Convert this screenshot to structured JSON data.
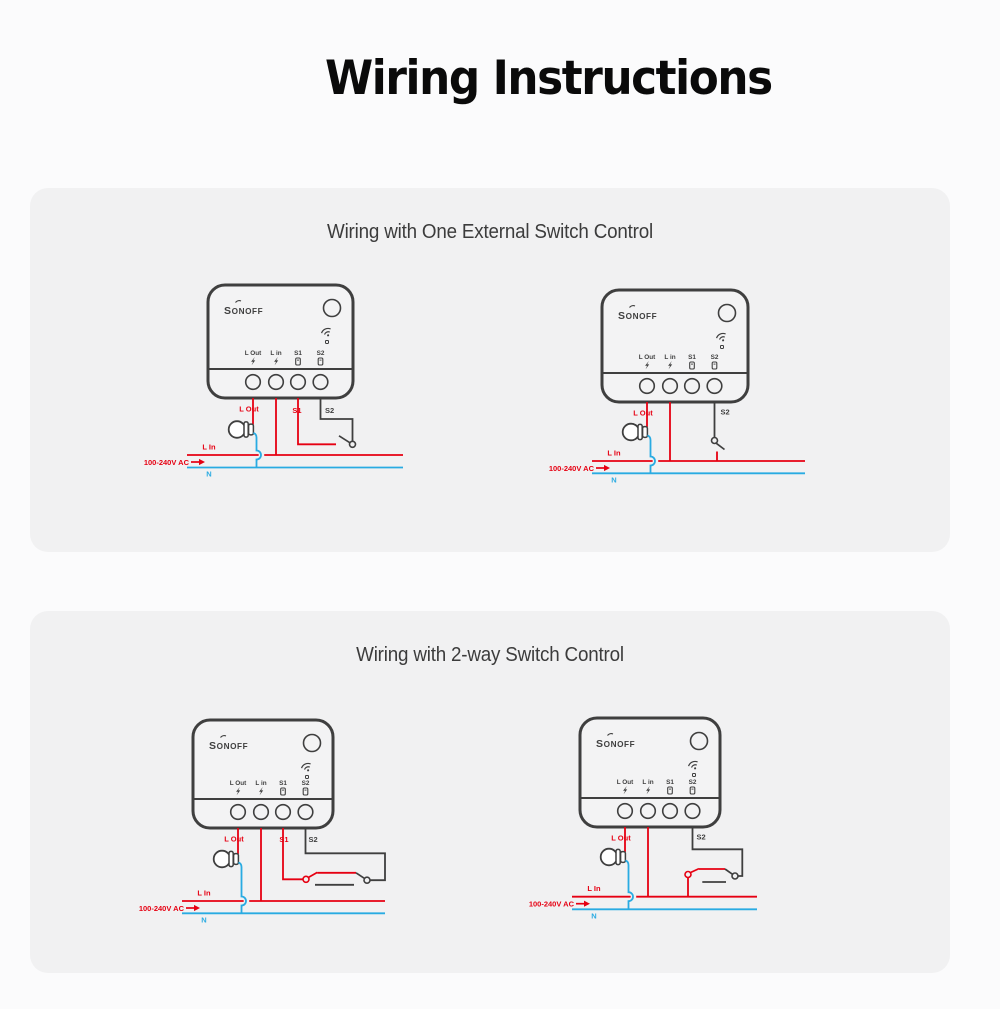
{
  "page": {
    "title": "Wiring Instructions"
  },
  "colors": {
    "live": "#e60012",
    "neutral": "#29abe2",
    "outline": "#3f3f3f"
  },
  "device": {
    "brand": "SONOFF",
    "terminals": [
      "L Out",
      "L in",
      "S1",
      "S2"
    ],
    "icons": {
      "wifi": "wifi-icon",
      "button": "pairing-button",
      "led": "led-indicator",
      "live_terminal": "lightning-icon",
      "switch_terminal": "switch-terminal-icon",
      "bulb": "light-bulb-icon",
      "supply_arrow": "right-arrow-icon"
    }
  },
  "sections": [
    {
      "title": "Wiring with One External Switch Control",
      "diagrams": [
        {
          "name": "one-switch-s1-s2",
          "labels": {
            "l_out": "L Out",
            "s1": "S1",
            "s2": "S2",
            "l_in": "L In",
            "supply": "100-240V AC",
            "neutral": "N"
          }
        },
        {
          "name": "one-switch-s2-live",
          "labels": {
            "l_out": "L Out",
            "s2": "S2",
            "l_in": "L In",
            "supply": "100-240V AC",
            "neutral": "N"
          }
        }
      ]
    },
    {
      "title": "Wiring with 2-way Switch Control",
      "diagrams": [
        {
          "name": "two-way-s1-s2",
          "labels": {
            "l_out": "L Out",
            "s1": "S1",
            "s2": "S2",
            "l_in": "L In",
            "supply": "100-240V AC",
            "neutral": "N"
          }
        },
        {
          "name": "two-way-s2-live",
          "labels": {
            "l_out": "L Out",
            "s2": "S2",
            "l_in": "L In",
            "supply": "100-240V AC",
            "neutral": "N"
          }
        }
      ]
    }
  ]
}
